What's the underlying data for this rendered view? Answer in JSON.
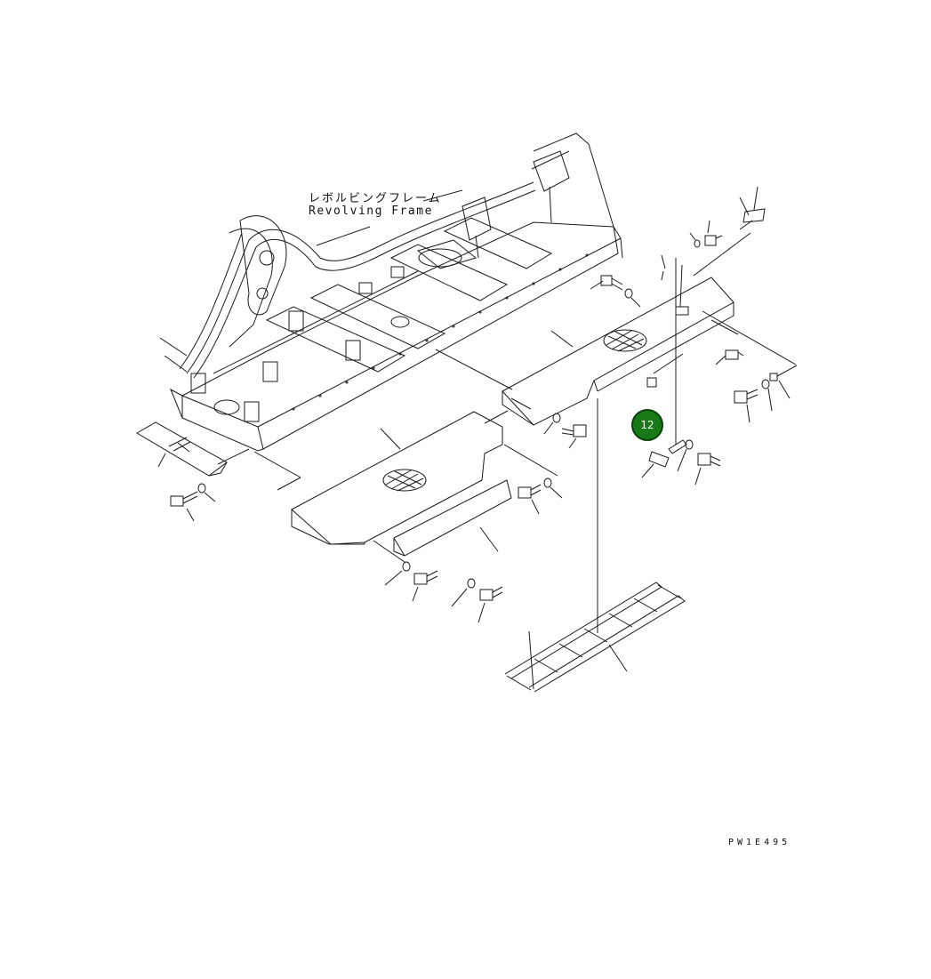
{
  "diagram": {
    "label_japanese": "レボルビングフレーム",
    "label_english": "Revolving Frame",
    "callout_number": "12",
    "drawing_code": "PW1E495",
    "colors": {
      "line": "#1a1a1a",
      "callout_fill": "#177a17",
      "callout_text": "#ffffff",
      "background": "#ffffff"
    },
    "icons": [
      "bolt-icon",
      "washer-icon",
      "ladder-icon",
      "cover-plate-icon"
    ]
  }
}
